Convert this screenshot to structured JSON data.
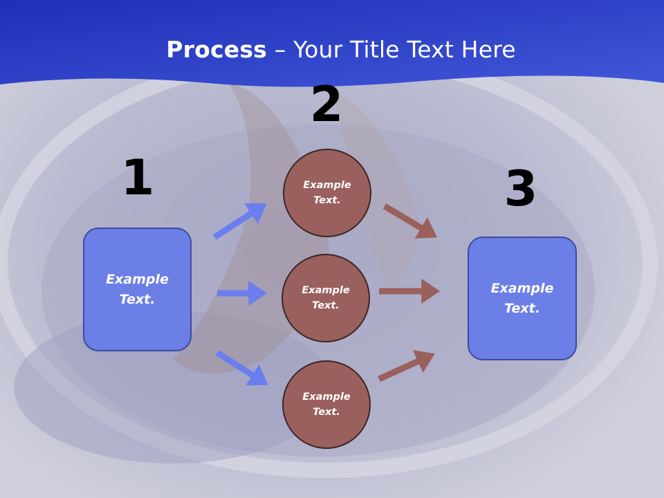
{
  "title": {
    "bold": "Process",
    "rest": " – Your Title Text Here"
  },
  "steps": {
    "one": "1",
    "two": "2",
    "three": "3"
  },
  "nodes": {
    "left_box": "Example\nText.",
    "circle_top": "Example\nText.",
    "circle_mid": "Example\nText.",
    "circle_bot": "Example\nText.",
    "right_box": "Example\nText."
  },
  "colors": {
    "header_blue": "#2f3fc4",
    "box_fill": "#6c7fe6",
    "circle_fill": "#9a605d",
    "arrow_blue": "#6a7ef0",
    "arrow_brown": "#9a605d"
  }
}
